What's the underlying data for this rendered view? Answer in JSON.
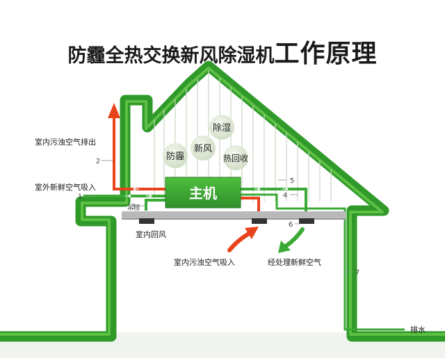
{
  "title": {
    "main": "防霾全热交换新风除湿机",
    "suffix": "工作原理"
  },
  "labels": {
    "main_unit": "主机",
    "ceiling": "吊顶",
    "room_return": "室内回风",
    "exhaust_out": "室内污浊空气排出",
    "fresh_in": "室外新鲜空气吸入",
    "dirty_in": "室内污浊空气吸入",
    "fresh_treated": "经处理新鲜空气",
    "drain": "排水"
  },
  "functions": [
    "防霾",
    "新风",
    "除湿",
    "热回收"
  ],
  "numbers": [
    "1",
    "2",
    "3",
    "4",
    "5",
    "6",
    "7"
  ],
  "colors": {
    "house_green": "#3aa935",
    "house_highlight": "#6cc94a",
    "arrow_red": "#e8431a",
    "bubble": "#dde8d4",
    "ceiling": "#b9b9b9",
    "text": "#1a1a1a"
  }
}
